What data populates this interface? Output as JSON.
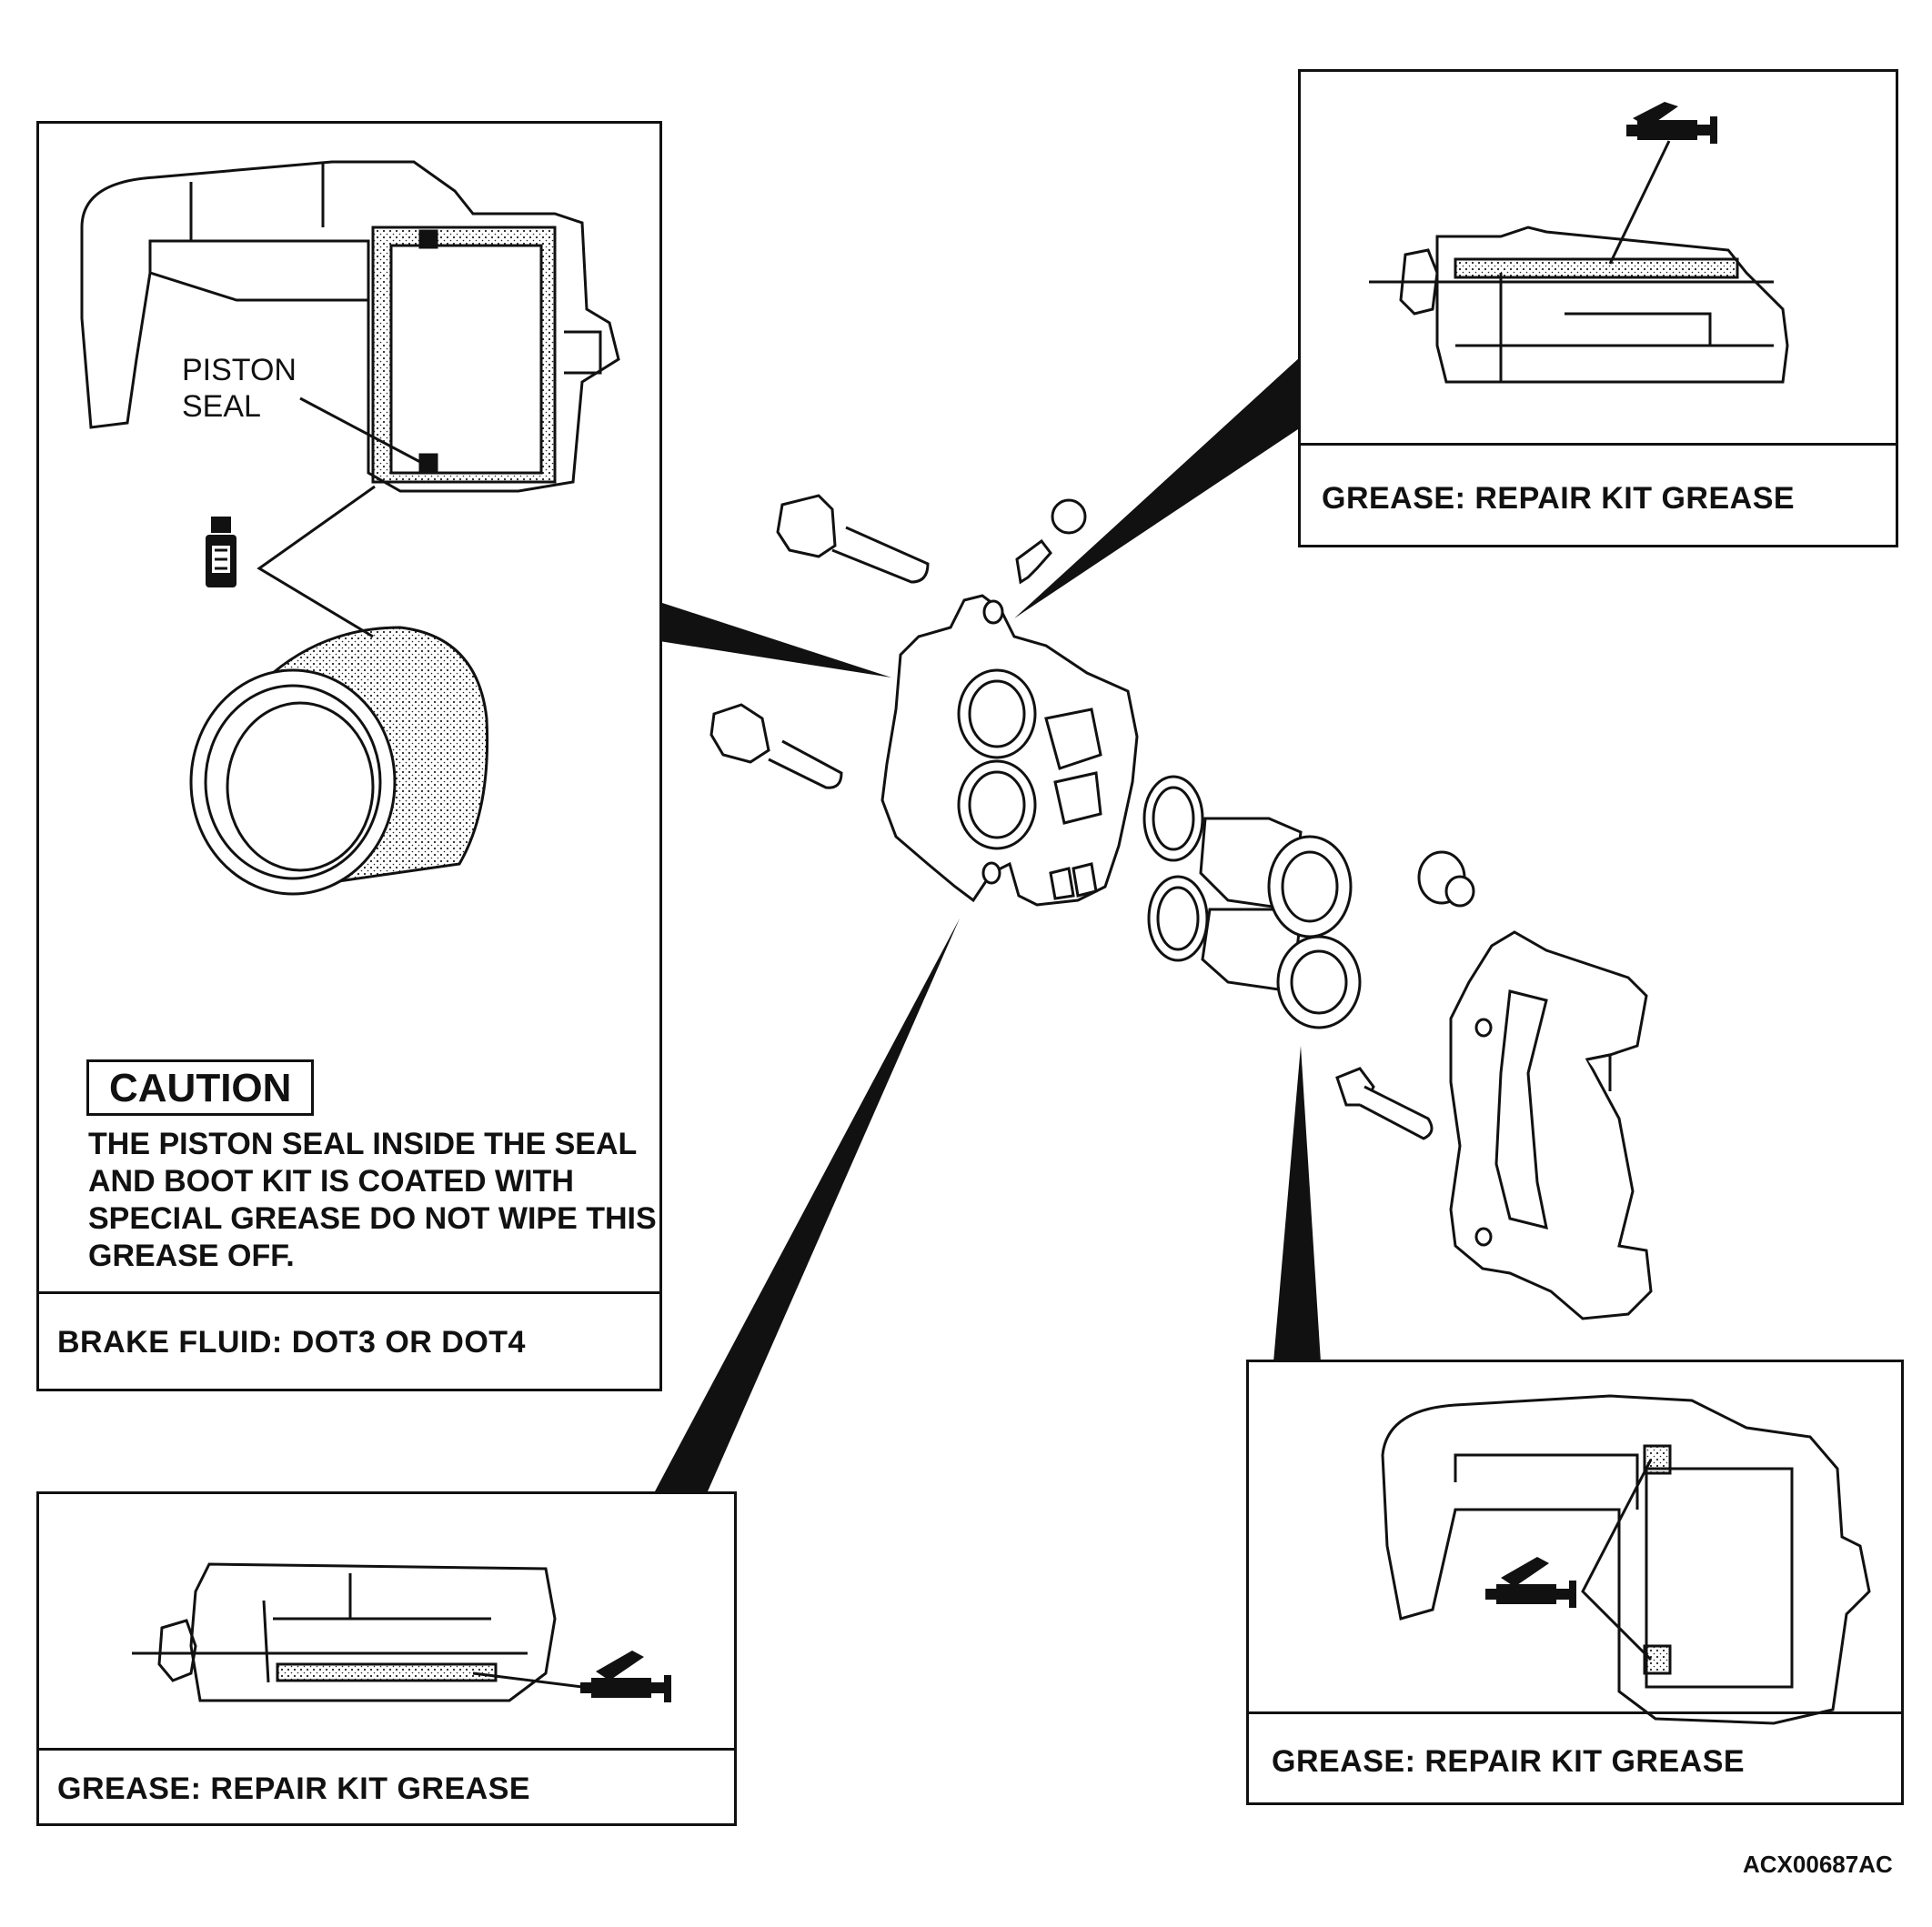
{
  "piston_panel": {
    "label_line1": "PISTON",
    "label_line2": "SEAL",
    "caution_title": "CAUTION",
    "caution_text": "THE PISTON SEAL INSIDE THE SEAL AND BOOT KIT IS COATED WITH SPECIAL GREASE DO NOT WIPE THIS GREASE OFF.",
    "fluid_caption": "BRAKE FLUID: DOT3 OR DOT4"
  },
  "top_right_panel": {
    "caption": "GREASE: REPAIR KIT GREASE"
  },
  "bottom_left_panel": {
    "caption": "GREASE: REPAIR KIT GREASE"
  },
  "bottom_right_panel": {
    "caption": "GREASE: REPAIR KIT GREASE"
  },
  "figure_code": "ACX00687AC",
  "icons": [
    "brake-fluid-bottle-icon",
    "grease-gun-icon"
  ],
  "colors": {
    "ink": "#111111",
    "paper": "#ffffff"
  }
}
